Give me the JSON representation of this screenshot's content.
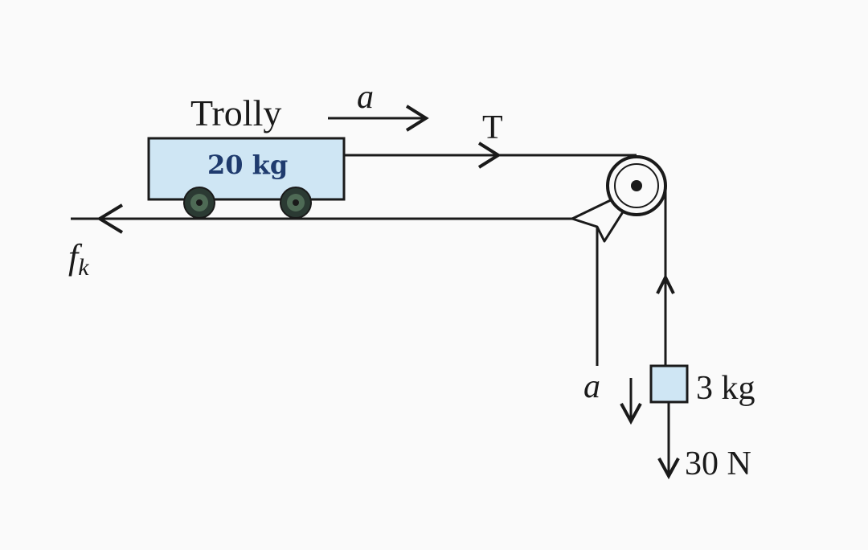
{
  "labels": {
    "trolley_title": "Trolly",
    "trolley_mass": "20 kg",
    "accel_horizontal": "a",
    "tension": "T",
    "friction_f": "f",
    "friction_sub": "k",
    "accel_vertical": "a",
    "block_mass": "3 kg",
    "weight": "30 N"
  },
  "colors": {
    "trolley_fill": "#cfe6f4",
    "block_fill": "#cfe6f4",
    "line": "#1a1a1a",
    "mass_text": "#1f3b6e"
  }
}
